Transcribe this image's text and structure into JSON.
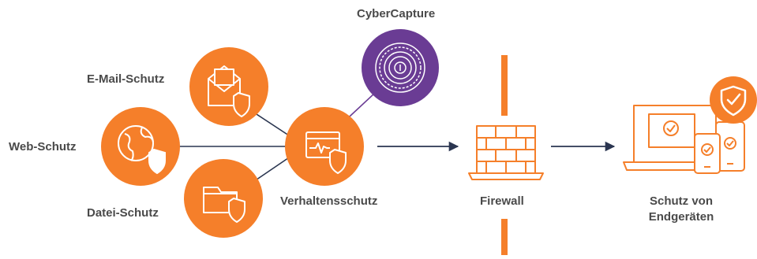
{
  "labels": {
    "cybercapture": "CyberCapture",
    "email": "E-Mail-Schutz",
    "web": "Web-Schutz",
    "file": "Datei-Schutz",
    "behavior": "Verhaltensschutz",
    "firewall": "Firewall",
    "endpoint_line1": "Schutz von",
    "endpoint_line2": "Endgeräten"
  },
  "colors": {
    "orange": "#F57F2A",
    "purple": "#6A3C94",
    "navy": "#2A3550",
    "text": "#4A4A4A"
  },
  "icons": [
    "cybercapture-icon",
    "email-shield-icon",
    "globe-shield-icon",
    "folder-shield-icon",
    "behavior-shield-icon",
    "firewall-laptop-icon",
    "devices-shield-icon"
  ]
}
